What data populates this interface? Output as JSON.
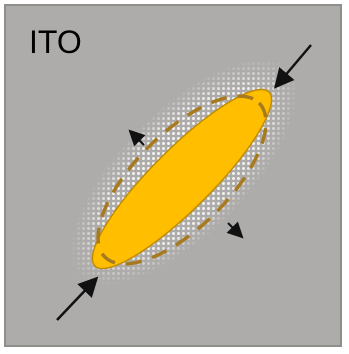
{
  "panel": {
    "label": "ITO"
  },
  "colors": {
    "background": "#aeacaa",
    "halo_dot": "#ffffff",
    "ellipse_fill": "#ffbf00",
    "ellipse_stroke": "#c28c00",
    "dashed_outline": "#a87a1f",
    "arrow": "#111111",
    "label_text": "#000000"
  },
  "icons": {
    "compression_arrows": "inward-diagonal-arrows",
    "expansion_arrows": "outward-diagonal-arrows"
  }
}
